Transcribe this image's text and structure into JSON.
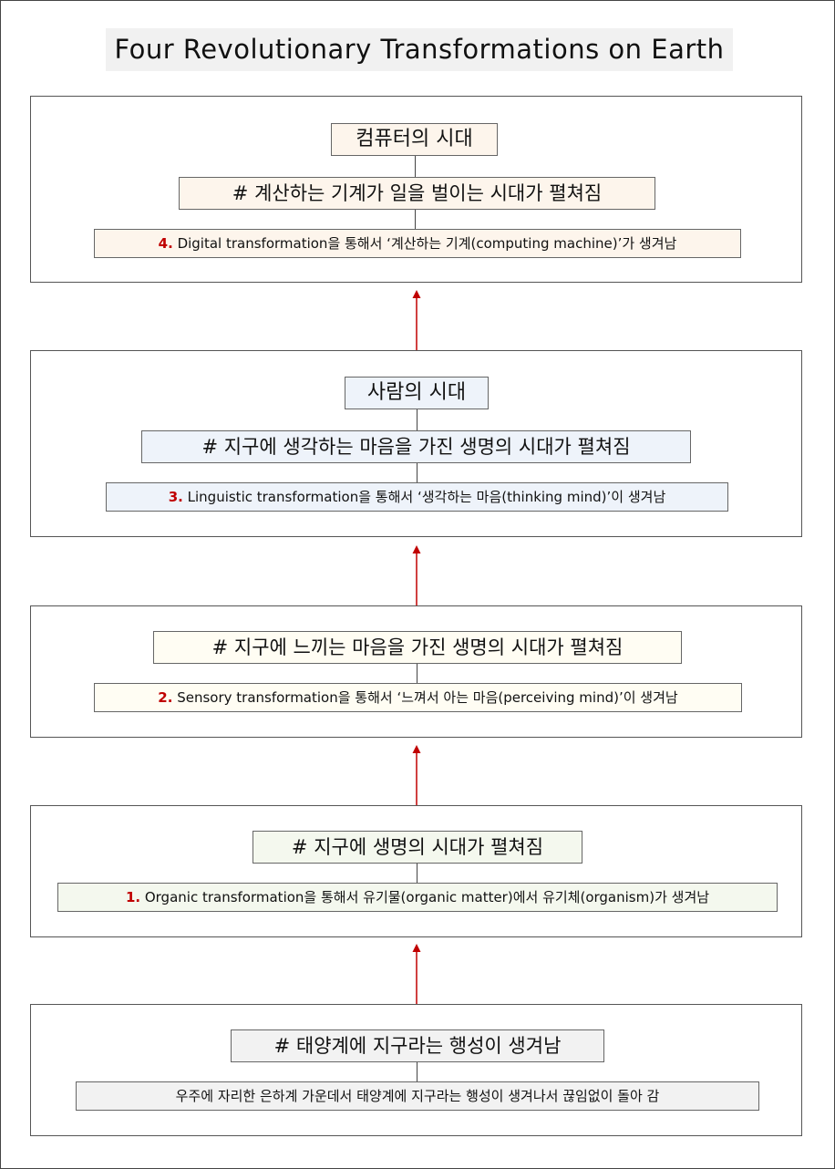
{
  "title": "Four Revolutionary Transformations on Earth",
  "colors": {
    "arrow": "#c00000",
    "number": "#c00000"
  },
  "stages": [
    {
      "era": "컴퓨터의 시대",
      "heading": "# 계산하는 기계가 일을 벌이는 시대가 펼쳐짐",
      "number": "4.",
      "description": " Digital transformation을 통해서 ‘계산하는 기계(computing machine)’가 생겨남"
    },
    {
      "era": "사람의 시대",
      "heading": "# 지구에 생각하는 마음을 가진 생명의 시대가 펼쳐짐",
      "number": "3.",
      "description": " Linguistic transformation을 통해서 ‘생각하는 마음(thinking mind)’이 생겨남"
    },
    {
      "heading": "# 지구에 느끼는 마음을 가진 생명의 시대가 펼쳐짐",
      "number": "2.",
      "description": " Sensory transformation을 통해서 ‘느껴서 아는 마음(perceiving mind)’이 생겨남"
    },
    {
      "heading": "# 지구에 생명의 시대가 펼쳐짐",
      "number": "1.",
      "description": " Organic transformation을 통해서 유기물(organic matter)에서 유기체(organism)가 생겨남"
    },
    {
      "heading": "# 태양계에 지구라는 행성이 생겨남",
      "description": "우주에 자리한 은하계 가운데서 태양계에 지구라는 행성이 생겨나서 끊임없이 돌아 감"
    }
  ]
}
